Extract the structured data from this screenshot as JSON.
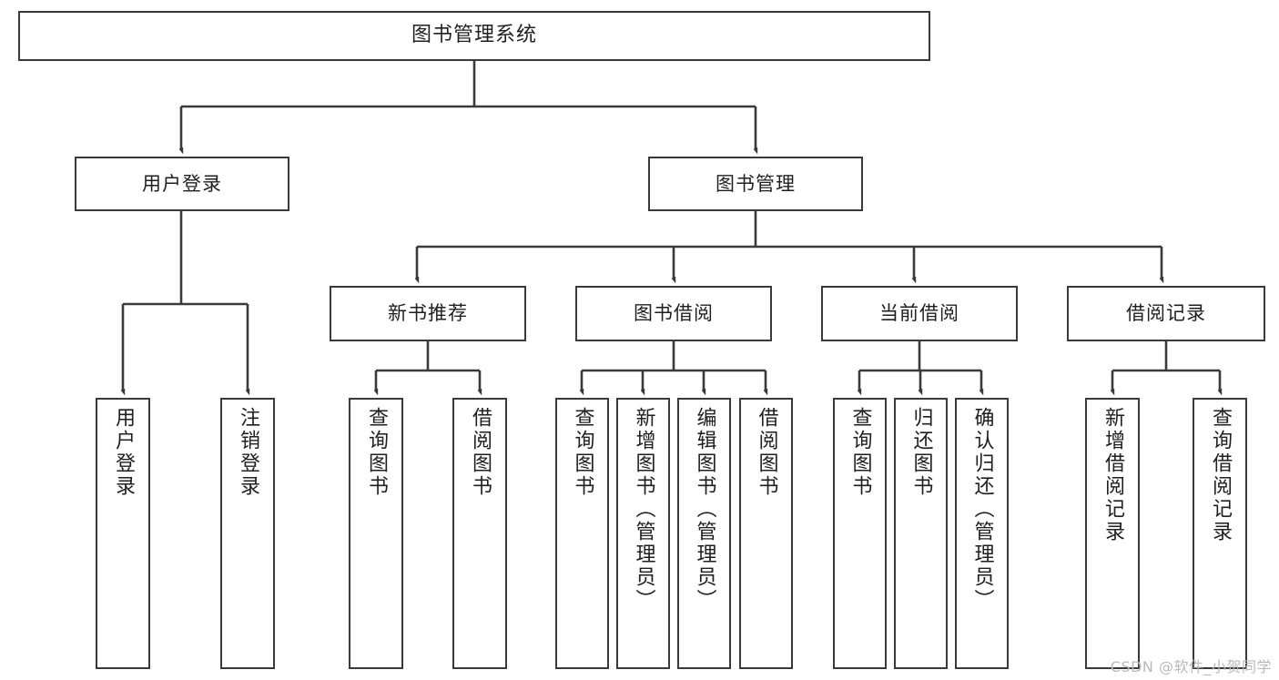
{
  "diagram": {
    "type": "tree-hierarchy",
    "title": "图书管理系统",
    "root": {
      "id": "root",
      "label": "图书管理系统"
    },
    "level1": [
      {
        "id": "user-login",
        "label": "用户登录"
      },
      {
        "id": "book-manage",
        "label": "图书管理"
      }
    ],
    "level2": [
      {
        "id": "new-book-recommend",
        "label": "新书推荐",
        "parent": "book-manage"
      },
      {
        "id": "book-borrow",
        "label": "图书借阅",
        "parent": "book-manage"
      },
      {
        "id": "current-borrow",
        "label": "当前借阅",
        "parent": "book-manage"
      },
      {
        "id": "borrow-record",
        "label": "借阅记录",
        "parent": "book-manage"
      }
    ],
    "leaves": {
      "user_login": [
        {
          "id": "leaf-user-login",
          "label": "用户登录"
        },
        {
          "id": "leaf-logout",
          "label": "注销登录"
        }
      ],
      "new_book_recommend": [
        {
          "id": "leaf-query-book-1",
          "label": "查询图书"
        },
        {
          "id": "leaf-borrow-book-1",
          "label": "借阅图书"
        }
      ],
      "book_borrow": [
        {
          "id": "leaf-query-book-2",
          "label": "查询图书"
        },
        {
          "id": "leaf-add-book",
          "label": "新增图书（管理员）"
        },
        {
          "id": "leaf-edit-book",
          "label": "编辑图书（管理员）"
        },
        {
          "id": "leaf-borrow-book-2",
          "label": "借阅图书"
        }
      ],
      "current_borrow": [
        {
          "id": "leaf-query-book-3",
          "label": "查询图书"
        },
        {
          "id": "leaf-return-book",
          "label": "归还图书"
        },
        {
          "id": "leaf-confirm-return",
          "label": "确认归还（管理员）"
        }
      ],
      "borrow_record": [
        {
          "id": "leaf-add-record",
          "label": "新增借阅记录"
        },
        {
          "id": "leaf-query-record",
          "label": "查询借阅记录"
        }
      ]
    }
  },
  "watermark": {
    "text": "CSDN @软件_小贺同学"
  },
  "colors": {
    "box_border": "#3a3a3a",
    "box_fill": "#ffffff",
    "line": "#3a3a3a",
    "text": "#1f1f1f",
    "watermark": "#b9b9b9",
    "background": "#ffffff"
  }
}
